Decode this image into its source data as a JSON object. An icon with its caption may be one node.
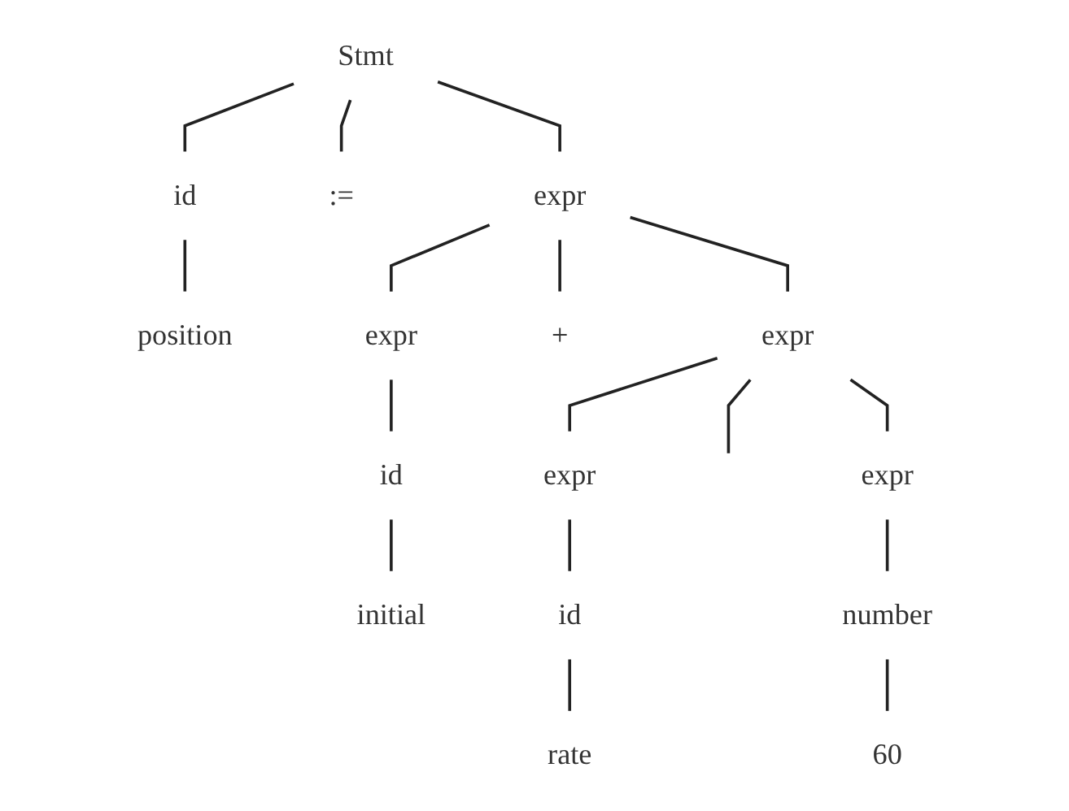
{
  "diagram": {
    "nodes": [
      {
        "text": [
          "Stmt"
        ]
      },
      {
        "text": [
          "id"
        ]
      },
      {
        "text": [
          ":="
        ]
      },
      {
        "text": [
          "expr"
        ]
      },
      {
        "text": [
          "position"
        ]
      },
      {
        "text": [
          "expr"
        ]
      },
      {
        "text": [
          "+"
        ]
      },
      {
        "text": [
          "expr"
        ]
      },
      {
        "text": [
          "id"
        ]
      },
      {
        "text": [
          "expr"
        ]
      },
      {
        "text": [
          "expr"
        ]
      },
      {
        "text": [
          "initial"
        ]
      },
      {
        "text": [
          "id"
        ]
      },
      {
        "text": [
          "number"
        ]
      },
      {
        "text": [
          "rate"
        ]
      },
      {
        "text": [
          "60"
        ]
      }
    ],
    "edges": [
      {
        "from": 0,
        "to": 1,
        "arrow": "none"
      },
      {
        "from": 0,
        "to": 2,
        "arrow": "none"
      },
      {
        "from": 0,
        "to": 3,
        "arrow": "none"
      },
      {
        "from": 1,
        "to": 4,
        "arrow": "none"
      },
      {
        "from": 3,
        "to": 5,
        "arrow": "none"
      },
      {
        "from": 3,
        "to": 6,
        "arrow": "none"
      },
      {
        "from": 3,
        "to": 7,
        "arrow": "none"
      },
      {
        "from": 5,
        "to": 8,
        "arrow": "none"
      },
      {
        "from": 7,
        "to": 9,
        "arrow": "none"
      },
      {
        "from": 7,
        "to": null,
        "arrow": "none"
      },
      {
        "from": 7,
        "to": 10,
        "arrow": "none"
      },
      {
        "from": 8,
        "to": 11,
        "arrow": "none"
      },
      {
        "from": 9,
        "to": 12,
        "arrow": "none"
      },
      {
        "from": 10,
        "to": 13,
        "arrow": "none"
      },
      {
        "from": 12,
        "to": 14,
        "arrow": "none"
      },
      {
        "from": 13,
        "to": 15,
        "arrow": "none"
      }
    ]
  }
}
